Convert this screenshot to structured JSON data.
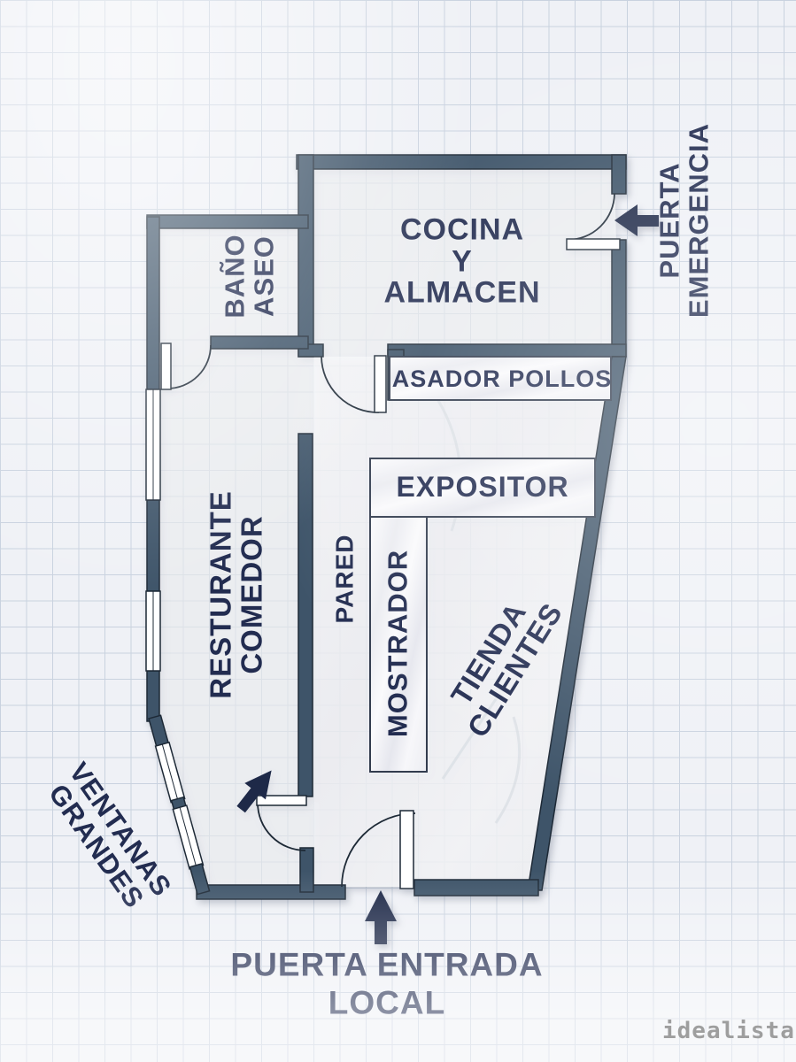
{
  "document": {
    "type": "floor-plan",
    "brand_watermark": "idealista"
  },
  "colors": {
    "wall": "#3e5469",
    "wall_outline": "#1d2936",
    "text": "#222c50",
    "grid_line": "#c9d2df",
    "background": "#eff1f6",
    "counter_marble": "#f2f2f6",
    "watermark": "#3d3d3d"
  },
  "rooms": {
    "kitchen": {
      "line1": "COCINA",
      "line2": "Y",
      "line3": "ALMACEN"
    },
    "bathroom": {
      "line1": "BAÑO",
      "line2": "ASEO"
    },
    "restaurant": {
      "line1": "RESTURANTE",
      "line2": "COMEDOR"
    },
    "shop": {
      "line1": "TIENDA",
      "line2": "CLIENTES"
    }
  },
  "fixtures": {
    "asador": {
      "label": "ASADOR POLLOS"
    },
    "expositor": {
      "label": "EXPOSITOR"
    },
    "mostrador": {
      "label": "MOSTRADOR"
    },
    "pared": {
      "label": "PARED"
    }
  },
  "annotations": {
    "emergency_door": {
      "line1": "PUERTA",
      "line2": "EMERGENCIA"
    },
    "windows": {
      "line1": "VENTANAS",
      "line2": "GRANDES"
    },
    "entrance": {
      "line1": "PUERTA ENTRADA",
      "line2": "LOCAL"
    }
  }
}
